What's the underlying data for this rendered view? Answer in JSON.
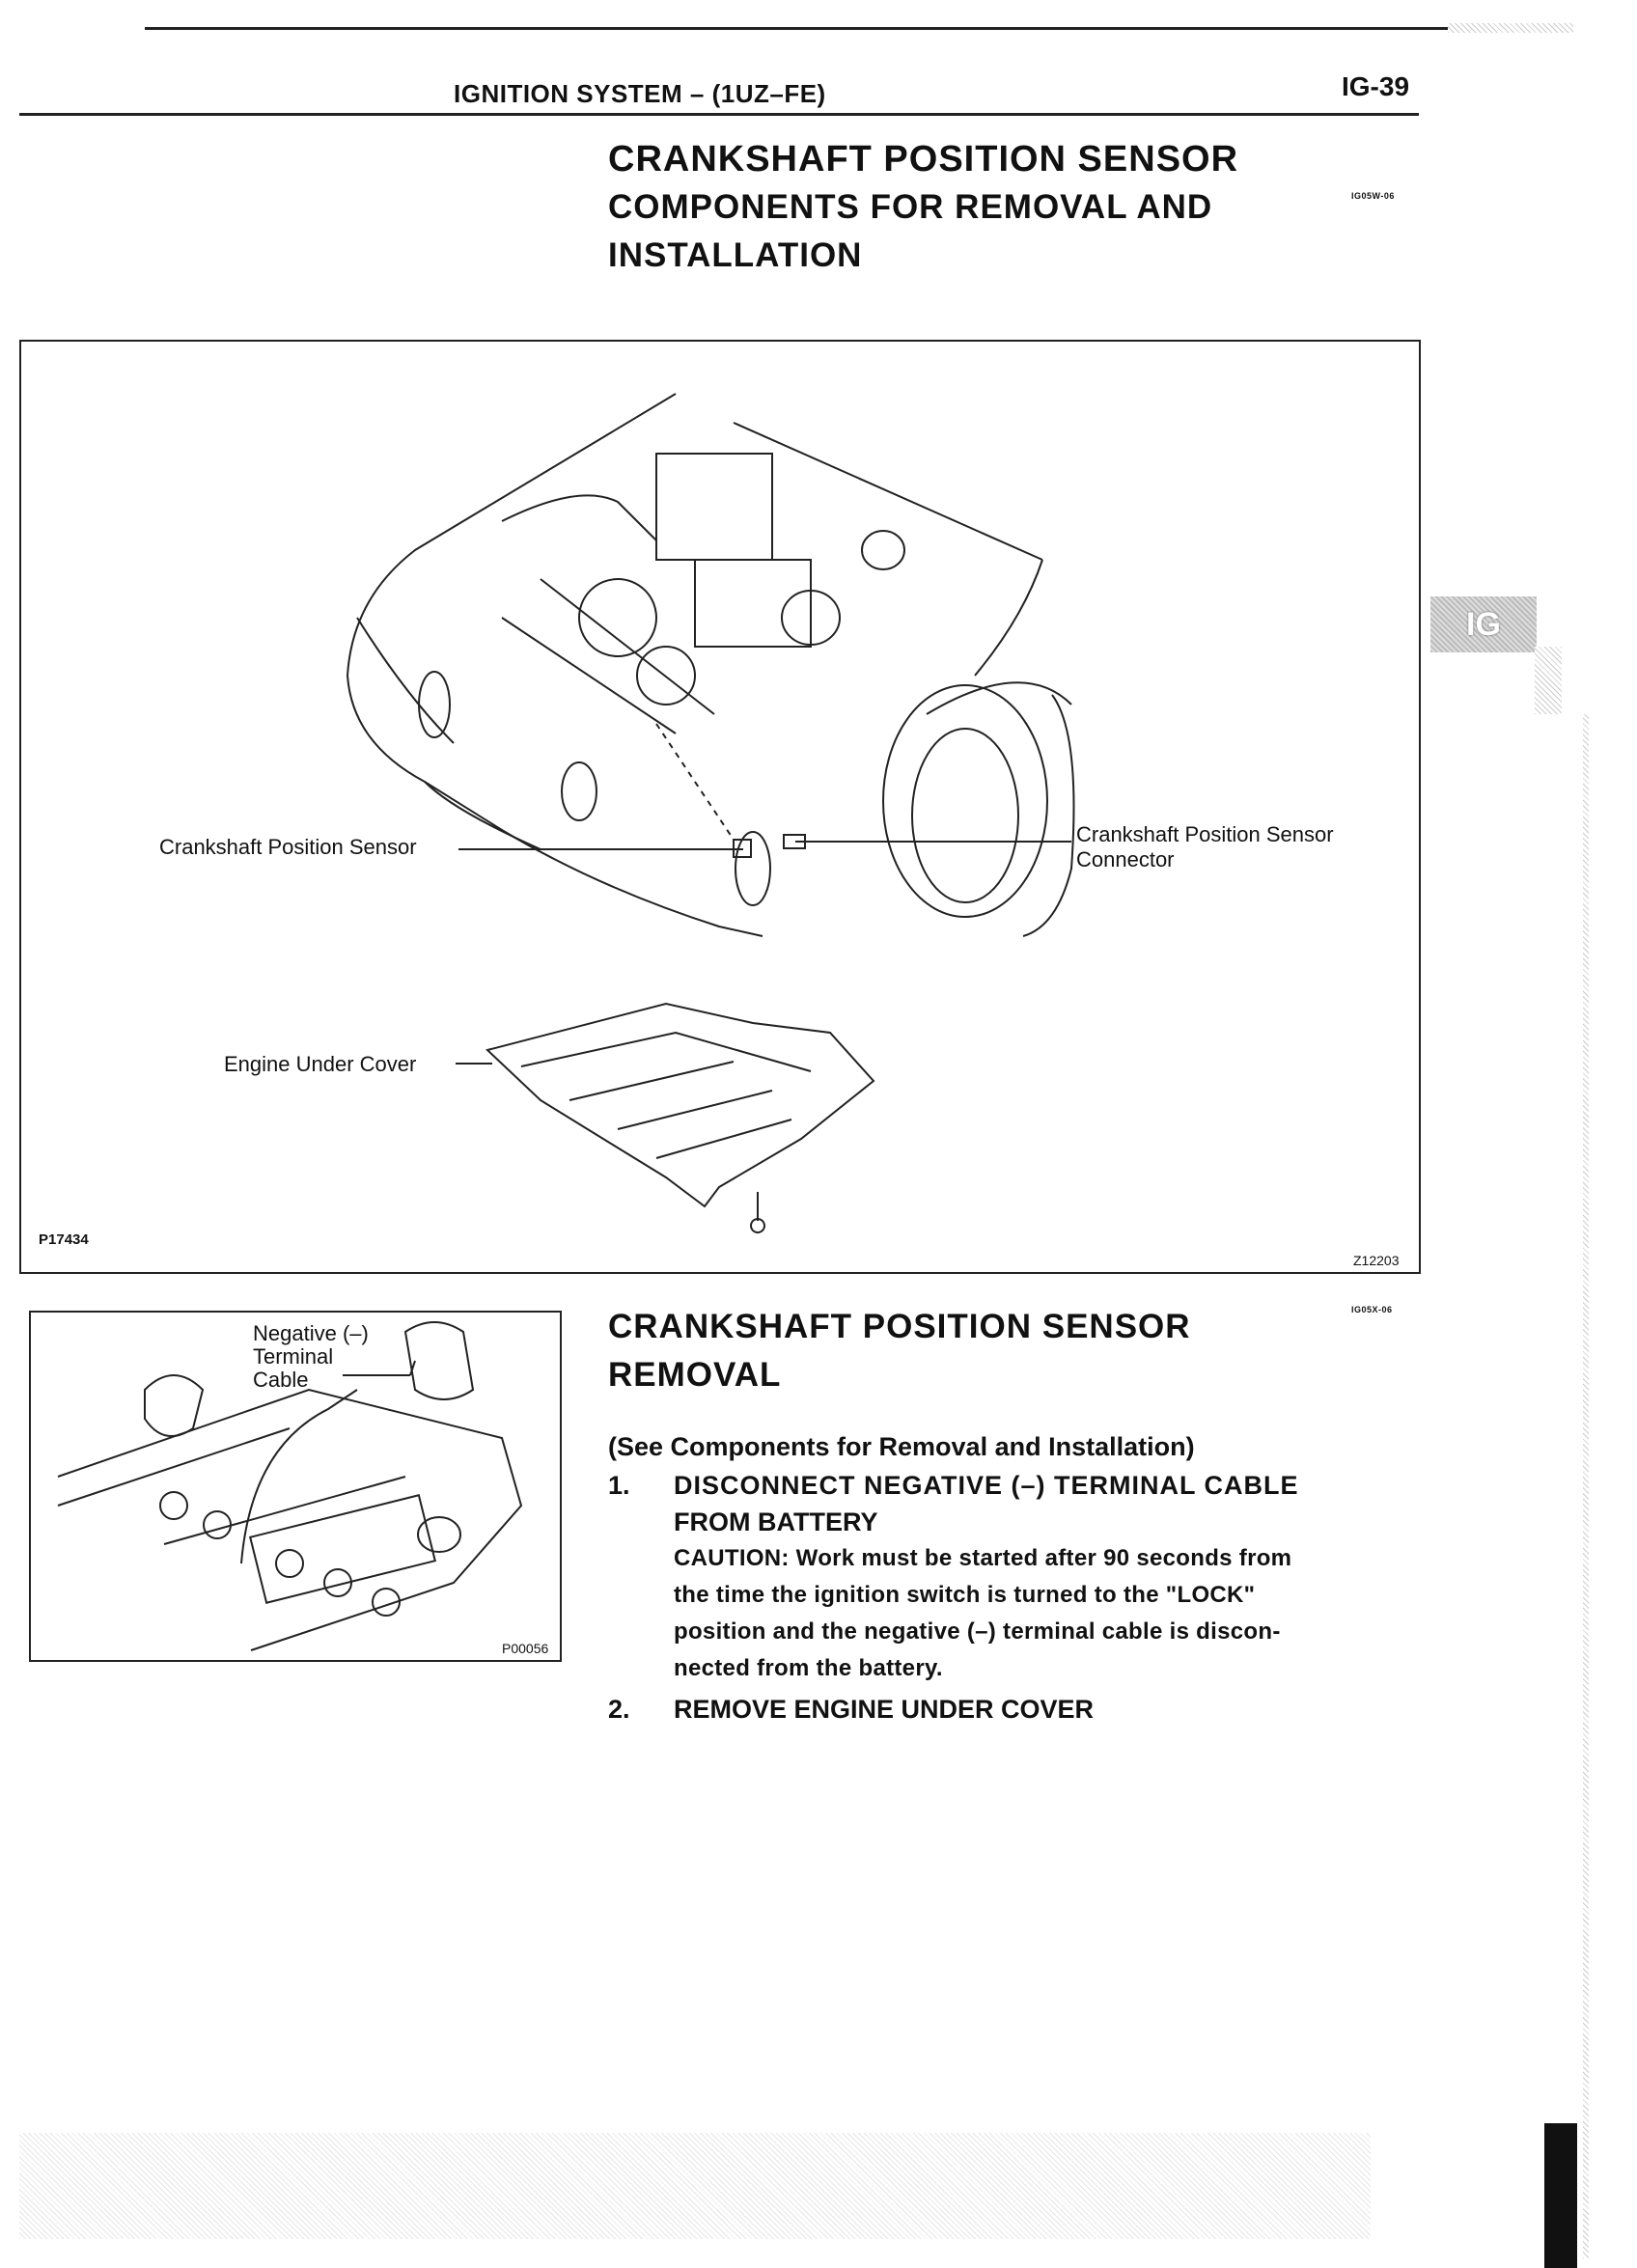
{
  "header": {
    "section_title": "IGNITION SYSTEM – (1UZ–FE)",
    "page_number": "IG-39"
  },
  "side_tab": {
    "label": "IG"
  },
  "components_section": {
    "title_line1": "CRANKSHAFT POSITION SENSOR",
    "title_line2": "COMPONENTS FOR REMOVAL AND",
    "title_line3": "INSTALLATION",
    "doc_code": "IG05W-06"
  },
  "figure1": {
    "label_sensor": "Crankshaft Position Sensor",
    "label_connector_line1": "Crankshaft Position Sensor",
    "label_connector_line2": "Connector",
    "label_under_cover": "Engine Under Cover",
    "figure_code": "P17434",
    "image_code": "Z12203"
  },
  "figure2": {
    "label_line1": "Negative (–)",
    "label_line2": "Terminal",
    "label_line3": "Cable",
    "image_code": "P00056"
  },
  "removal_section": {
    "title_line1": "CRANKSHAFT POSITION SENSOR",
    "title_line2": "REMOVAL",
    "doc_code": "IG05X-06",
    "reference": "(See Components for Removal and Installation)",
    "step1_num": "1.",
    "step1_line1": "DISCONNECT NEGATIVE (–) TERMINAL CABLE",
    "step1_line2": "FROM BATTERY",
    "caution_line1": "CAUTION: Work must be started after 90 seconds from",
    "caution_line2": "the time the ignition switch is turned to the \"LOCK\"",
    "caution_line3": "position and the negative (–) terminal cable is discon-",
    "caution_line4": "nected from the battery.",
    "step2_num": "2.",
    "step2_text": "REMOVE ENGINE UNDER COVER"
  }
}
